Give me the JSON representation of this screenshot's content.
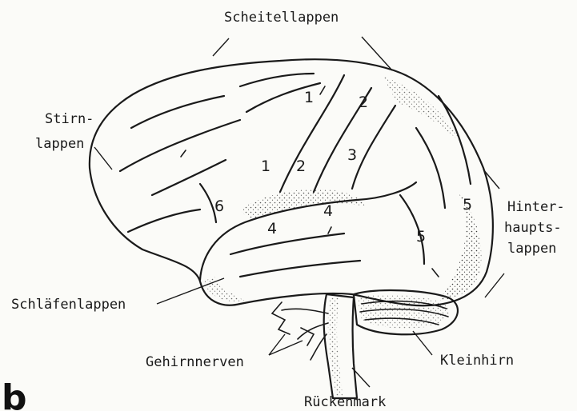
{
  "labels": {
    "parietal": "Scheitellappen",
    "frontal_1": "Stirn-",
    "frontal_2": "lappen",
    "occipital_1": "Hinter-",
    "occipital_2": "haupts-",
    "occipital_3": "lappen",
    "temporal": "Schläfenlappen",
    "cranial_nerves": "Gehirnnerven",
    "cerebellum": "Kleinhirn",
    "spinal_cord": "Rückenmark"
  },
  "region_numbers": {
    "n1a": "1",
    "n1b": "1",
    "n2a": "2",
    "n2b": "2",
    "n3": "3",
    "n4a": "4",
    "n4b": "4",
    "n5a": "5",
    "n5b": "5",
    "n6": "6"
  },
  "panel_letter": "b",
  "colors": {
    "ink": "#1a1a1a",
    "paper": "#fbfbf8",
    "stipple": "#3a3a3a"
  }
}
